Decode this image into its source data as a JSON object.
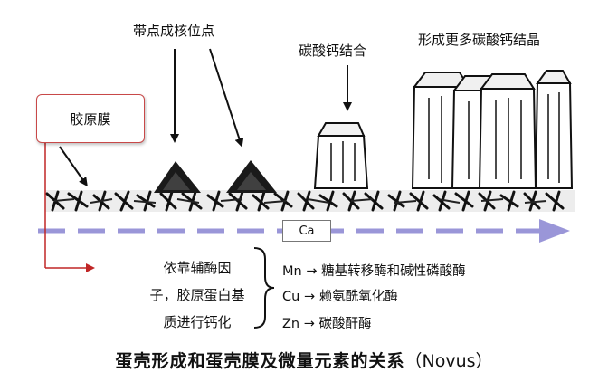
{
  "labels": {
    "nucleation_sites": "带点成核位点",
    "calcium_carbonate_binding": "碳酸钙结合",
    "more_crystals": "形成更多碳酸钙结晶",
    "collagen_membrane": "胶原膜",
    "calcium": "Ca"
  },
  "mechanism_text": {
    "line1": "依靠辅酶因",
    "line2": "子，胶原蛋白基",
    "line3": "质进行钙化"
  },
  "enzymes": [
    {
      "metal": "Mn",
      "arrow": "→",
      "enzyme": "糖基转移酶和碱性磷酸酶"
    },
    {
      "metal": "Cu",
      "arrow": "→",
      "enzyme": "赖氨酰氧化酶"
    },
    {
      "metal": "Zn",
      "arrow": "→",
      "enzyme": "碳酸酐酶"
    }
  ],
  "title": {
    "main": "蛋壳形成和蛋壳膜及微量元素的关系",
    "source": "（Novus）"
  },
  "colors": {
    "calcium_arrow": "#9a96d8",
    "collagen_pointer": "#c02626",
    "collagen_box_border": "#c84848"
  }
}
